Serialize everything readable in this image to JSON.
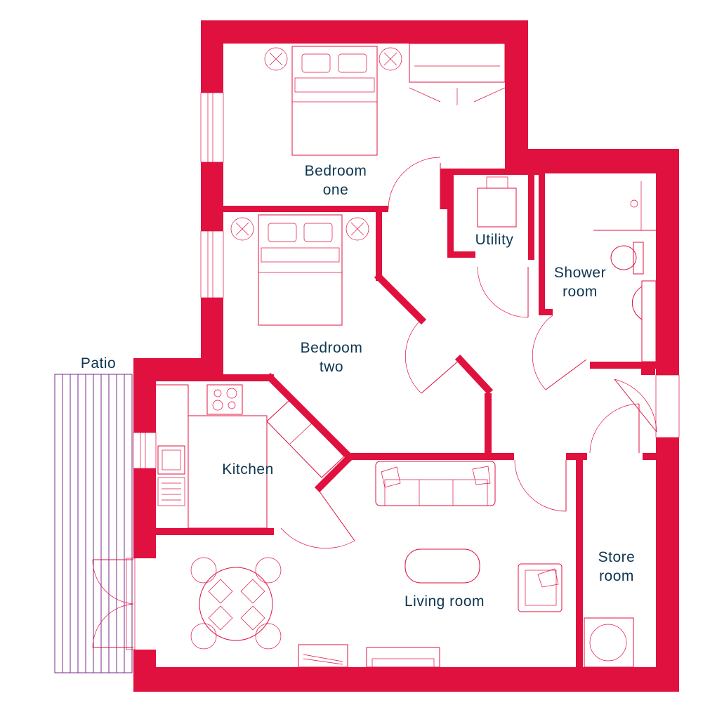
{
  "colors": {
    "wall": "#e0103f",
    "label": "#0d3550",
    "deck_line": "#7a2a8a",
    "background": "#ffffff"
  },
  "rooms": {
    "bedroom_one": {
      "line1": "Bedroom",
      "line2": "one"
    },
    "bedroom_two": {
      "line1": "Bedroom",
      "line2": "two"
    },
    "utility": {
      "line1": "Utility"
    },
    "shower_room": {
      "line1": "Shower",
      "line2": "room"
    },
    "kitchen": {
      "line1": "Kitchen"
    },
    "living_room": {
      "line1": "Living room"
    },
    "store_room": {
      "line1": "Store",
      "line2": "room"
    },
    "patio": {
      "line1": "Patio"
    }
  },
  "icons": [
    "bed-icon",
    "bedside-lamp-icon",
    "wardrobe-icon",
    "washing-machine-icon",
    "toilet-icon",
    "basin-icon",
    "shower-tray-icon",
    "hob-icon",
    "sink-icon",
    "sofa-icon",
    "armchair-icon",
    "coffee-table-icon",
    "dining-table-icon",
    "chair-icon",
    "tv-unit-icon",
    "boiler-icon",
    "door-swing-icon",
    "window-icon"
  ]
}
